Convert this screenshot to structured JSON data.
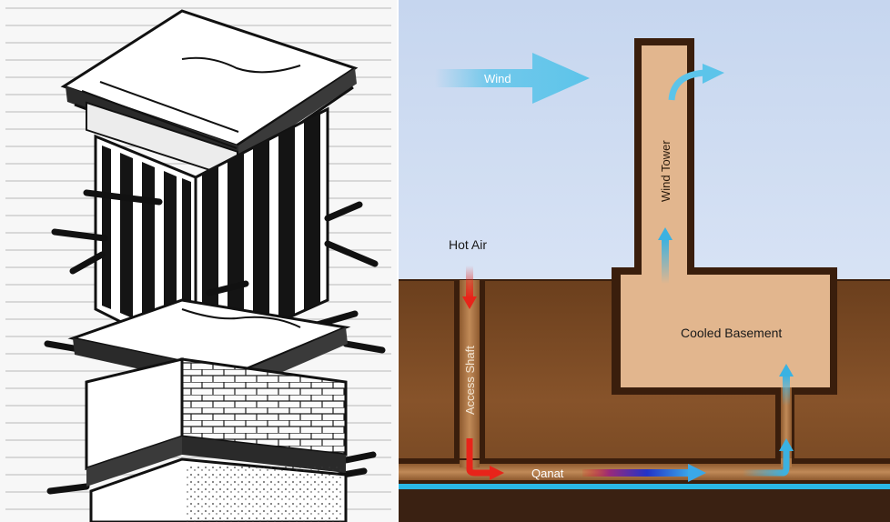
{
  "labels": {
    "wind": "Wind",
    "wind_tower": "Wind Tower",
    "hot_air": "Hot Air",
    "access_shaft": "Access Shaft",
    "cooled_basement": "Cooled Basement",
    "qanat": "Qanat"
  },
  "colors": {
    "sky_top": "#c6d6ef",
    "sky_bottom": "#e4ebf8",
    "earth": "#7a4a22",
    "earth_dark": "#3a1e0c",
    "structure_fill": "#e2b68e",
    "shaft_fill": "#b07a48",
    "wind_arrow": "#5cc4ea",
    "cool_arrow": "#3ab2e2",
    "hot_arrow": "#e8241a",
    "water": "#2ab8e6"
  },
  "icons": {
    "illustration": "wind-tower-drawing",
    "wind_arrow": "wind-arrow-icon"
  }
}
